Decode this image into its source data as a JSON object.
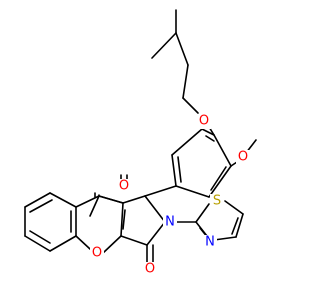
{
  "colors": {
    "background": "#ffffff",
    "bond": "#000000",
    "oxygen": "#ff0000",
    "nitrogen": "#0000ff",
    "sulfur": "#b8a000"
  },
  "atoms": {
    "o_ether_top": "O",
    "o_methoxy": "O",
    "o_ketone": "O",
    "o_ring": "O",
    "o_imide": "O",
    "n_lactam": "N",
    "n_thiazole": "N",
    "s_thiazole": "S"
  }
}
